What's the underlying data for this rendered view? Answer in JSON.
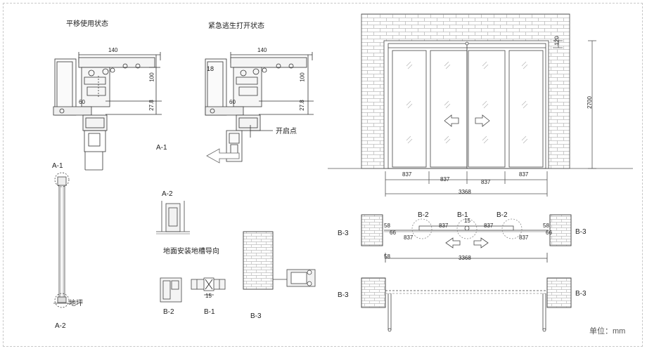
{
  "titles": {
    "normal": "平移使用状态",
    "emergency": "紧急逃生打开状态",
    "ground": "地面安装地槽导向",
    "unit": "单位：mm"
  },
  "labels": {
    "a1_main": "A-1",
    "a1_top": "A-1",
    "a2_bottom": "A-2",
    "a2_detail": "A-2",
    "floor": "地坪",
    "open_point": "开启点",
    "b2_detail": "B-2",
    "b1_detail": "B-1",
    "b3_detail": "B-3",
    "plan_b2_left": "B-2",
    "plan_b1": "B-1",
    "plan_b2_right": "B-2",
    "plan_b3_left": "B-3",
    "plan_b3_right": "B-3",
    "elev_b3_left": "B-3",
    "elev_b3_right": "B-3"
  },
  "dims": {
    "d140a": "140",
    "d100a": "100",
    "d60a": "60",
    "d278a": "27.8",
    "d140b": "140",
    "d100b": "100",
    "d60b": "60",
    "d278b": "27.8",
    "d18": "18",
    "d120": "120",
    "d2700": "2700",
    "e837a": "837",
    "e837b": "837",
    "e837c": "837",
    "e837d": "837",
    "e3368": "3368",
    "p837a": "837",
    "p837b": "837",
    "p837c": "837",
    "p837d": "837",
    "p58a": "58",
    "p58b": "58",
    "p58c": "58",
    "p66a": "66",
    "p66b": "66",
    "p15": "15",
    "p3368": "3368",
    "b15": "15"
  }
}
